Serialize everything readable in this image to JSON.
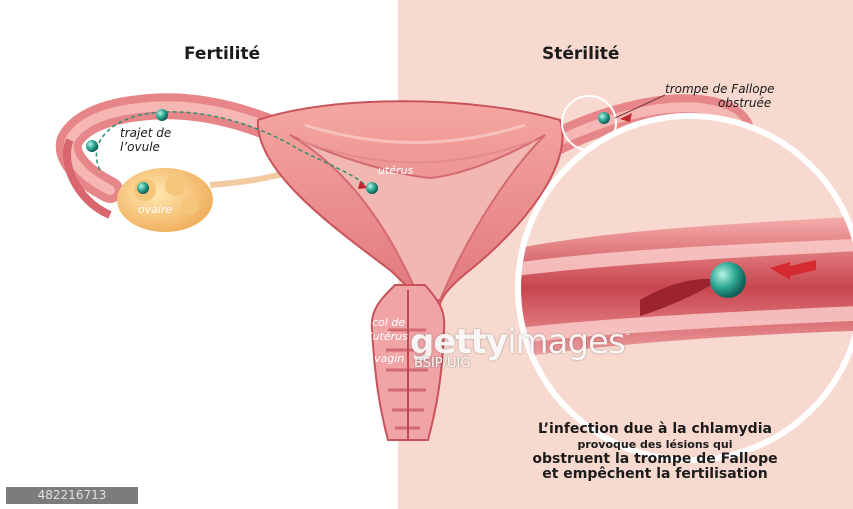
{
  "headings": {
    "left": "Fertilité",
    "right": "Stérilité"
  },
  "labels": {
    "ovum_path_1": "trajet de",
    "ovum_path_2": "l’ovule",
    "ovary": "ovaire",
    "uterus": "utérus",
    "cervix_1": "col de",
    "cervix_2": "l’utérus",
    "vagina": "vagin",
    "tube_1": "trompe de Fallope",
    "tube_2": "obstruée"
  },
  "caption": {
    "line1": "L’infection due à la chlamydia",
    "line2": "provoque des lésions qui",
    "line3": "obstruent la trompe de Fallope",
    "line4": "et empêchent la fertilisation"
  },
  "watermark": {
    "logo": "gettyimages",
    "credit": "BSIP/UIG"
  },
  "stamp": {
    "image_number": "482216713"
  },
  "colors": {
    "right_panel_background": "#f7d9cf",
    "tissue": "#e68689",
    "ovum": "#2fa894",
    "ovary": "#f1b261",
    "arrow": "#c0292f"
  }
}
